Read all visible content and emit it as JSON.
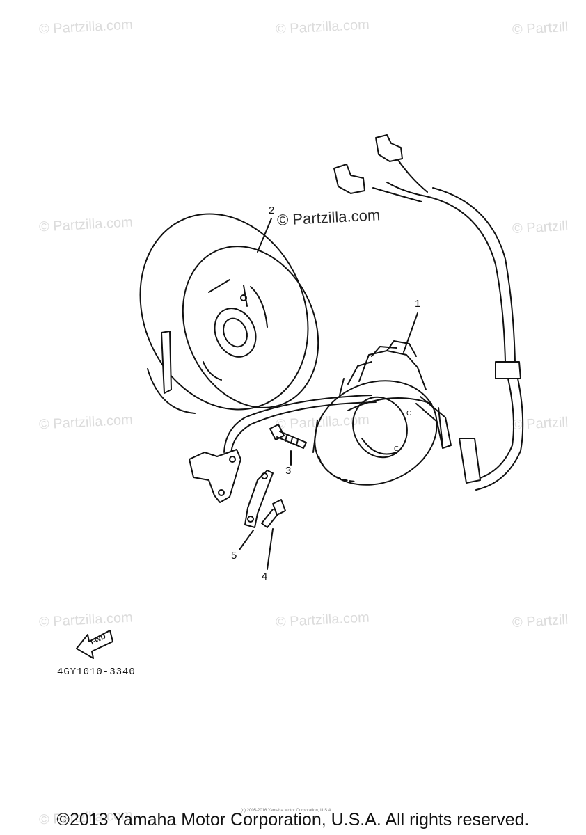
{
  "watermark": {
    "brand_text": "© Partzilla.com",
    "ghost_full": "© Partzilla.com",
    "ghost_cut": "© Partzill"
  },
  "callouts": {
    "c1": "1",
    "c2": "2",
    "c3": "3",
    "c4": "4",
    "c5": "5"
  },
  "fwd_label": "FWD",
  "part_code": "4GY1010-3340",
  "tiny_note": "(c) 2005-2016 Yamaha Motor Corporation, U.S.A.",
  "footer": {
    "copyright": "©2013 Yamaha Motor Corporation, U.S.A. All rights reserved."
  },
  "colors": {
    "ink": "#111111",
    "watermark": "#dcdcdc"
  }
}
